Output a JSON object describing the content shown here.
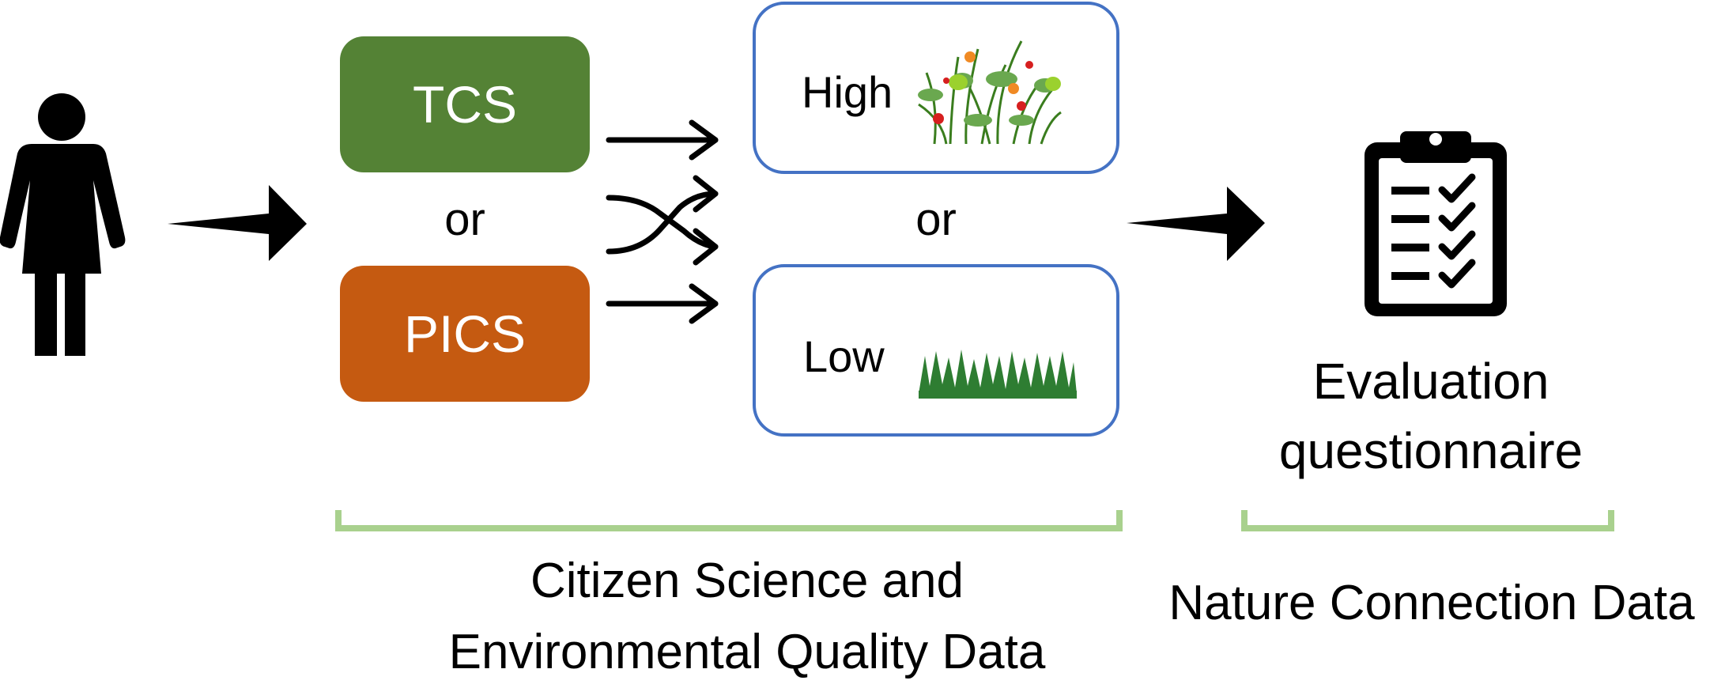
{
  "methods": {
    "tcs": {
      "label": "TCS",
      "color": "#548235"
    },
    "pics": {
      "label": "PICS",
      "color": "#c55a11"
    },
    "separator": "or"
  },
  "quality": {
    "high_label": "High",
    "low_label": "Low",
    "separator": "or",
    "border_color": "#4472c4"
  },
  "evaluation": {
    "line1": "Evaluation",
    "line2": "questionnaire",
    "icon": "clipboard-checklist-icon"
  },
  "captions": {
    "citizen_line1": "Citizen Science and",
    "citizen_line2": "Environmental Quality Data",
    "nature": "Nature Connection Data"
  },
  "colors": {
    "bracket": "#a9d18e",
    "arrow": "#000000"
  },
  "icons": {
    "participant": "person-icon",
    "high_quality": "wildflower-meadow-icon",
    "low_quality": "mown-grass-icon"
  }
}
